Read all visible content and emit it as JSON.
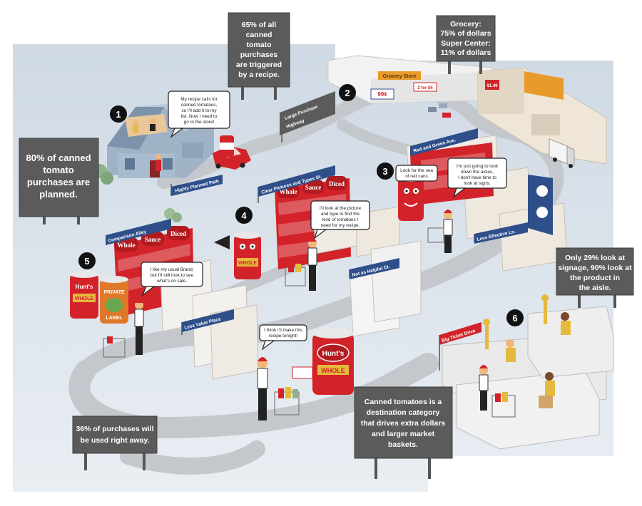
{
  "signs": {
    "planned": [
      "80% of canned",
      "tomato",
      "purchases are",
      "planned."
    ],
    "recipe": [
      "65% of all",
      "canned",
      "tomato",
      "purchases",
      "are triggered",
      "by a recipe."
    ],
    "grocery": [
      "Grocery:",
      "75% of dollars",
      "Super Center:",
      "11% of dollars"
    ],
    "signage": [
      "Only 29% look at",
      "signage, 90% look at",
      "the product in",
      "the aisle."
    ],
    "destination": [
      "Canned tomatoes is a",
      "destination category",
      "that drives extra dollars",
      "and larger market",
      "baskets."
    ],
    "used": [
      "36% of purchases will",
      "be used right away."
    ]
  },
  "streets": {
    "highly_planned": "Highly Planned Path",
    "large_purchase": [
      "Large Purchase",
      "Highway"
    ],
    "red_green": "Red and Green Ave.",
    "clear_pictures": "Clear Pictures and Types St.",
    "comparison": "Comparison Alley",
    "not_helpful": "Not as Helpful Ct.",
    "less_effective": "Less Effective Ln.",
    "less_value": "Less Value Place",
    "big_ticket": "Big Ticket Drive"
  },
  "bubbles": {
    "b1": [
      "My recipe calls for",
      "canned tomatoes,",
      "so I'll add it to my",
      "list. Now I need to",
      "go to the store!"
    ],
    "b3a": [
      "Look for the sea",
      "of red cans"
    ],
    "b3b": [
      "I'm just going to look",
      "down the aisles,",
      "I don't have time to",
      "look at signs."
    ],
    "b4": [
      "I'll look at the picture",
      "and type to find the",
      "kind of tomatoes I",
      "need for my recipe."
    ],
    "b5": [
      "I like my usual Brand,",
      "but I'll still look to see",
      "what's on sale."
    ],
    "b6": [
      "I think I'll make this",
      "recipe tonight!"
    ]
  },
  "steps": [
    "1",
    "2",
    "3",
    "4",
    "5",
    "6"
  ],
  "shelf_labels": [
    "Whole",
    "Sauce",
    "Diced"
  ],
  "cans": {
    "hunts": "Hunt's",
    "whole": "WHOLE",
    "private": "PRIVATE",
    "label": "LABEL"
  },
  "store": {
    "grocery_name": "Grocery Store",
    "price_1": "99¢",
    "price_2": "2 for $5",
    "price_3": "$1.49"
  },
  "colors": {
    "sign_bg": "#5b5b5b",
    "road": "#c9ccd0",
    "ground": "#dfe6ee",
    "accent_red": "#d2232a",
    "street_blue": "#2e4f8a"
  }
}
